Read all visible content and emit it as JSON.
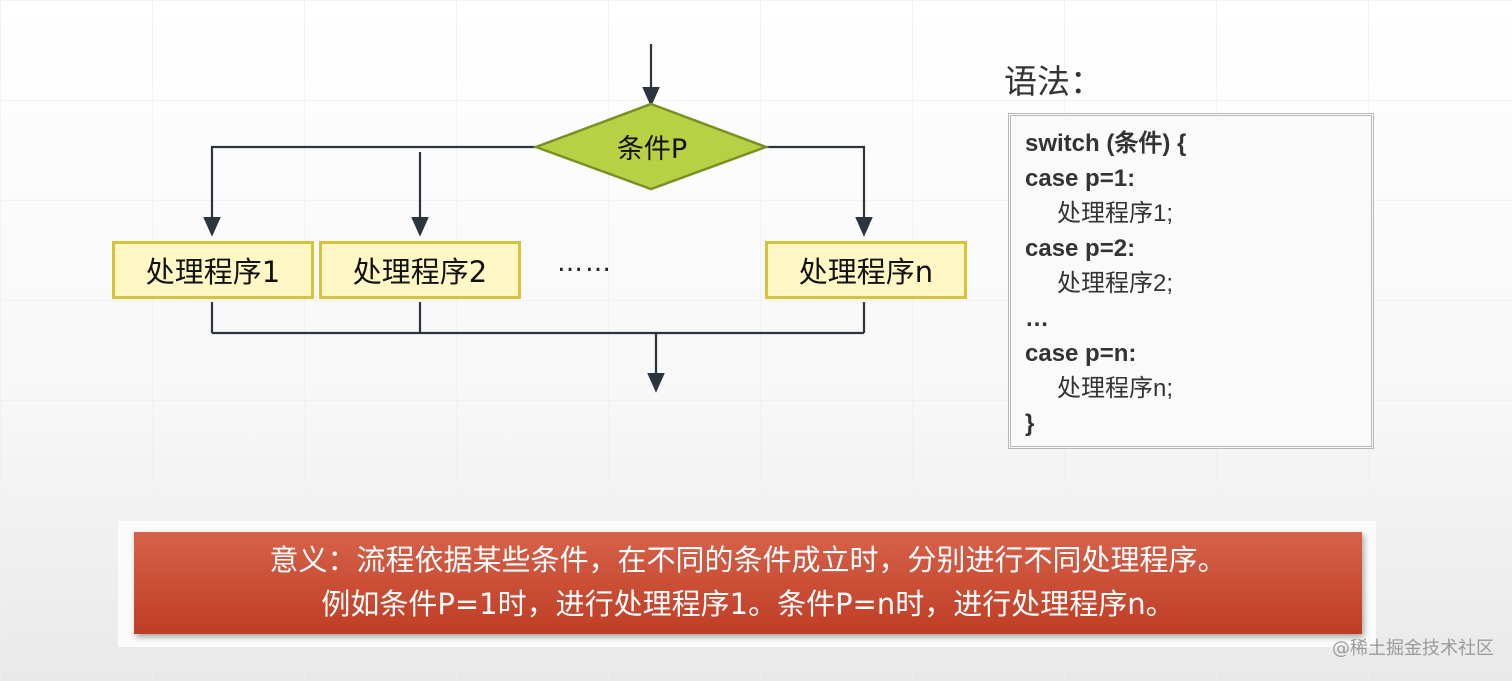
{
  "flowchart": {
    "condition": "条件P",
    "boxes": [
      "处理程序1",
      "处理程序2",
      "处理程序n"
    ],
    "ellipsis": "……"
  },
  "syntax": {
    "title": "语法：",
    "lines": [
      {
        "text": "switch (条件) {",
        "indent": false
      },
      {
        "text": "case p=1:",
        "indent": false
      },
      {
        "text": "处理程序1;",
        "indent": true
      },
      {
        "text": "case p=2:",
        "indent": false
      },
      {
        "text": "处理程序2;",
        "indent": true
      },
      {
        "text": "…",
        "indent": false
      },
      {
        "text": "case p=n:",
        "indent": false
      },
      {
        "text": "处理程序n;",
        "indent": true
      },
      {
        "text": "}",
        "indent": false
      }
    ]
  },
  "meaning": {
    "line1": "意义：流程依据某些条件，在不同的条件成立时，分别进行不同处理程序。",
    "line2": "例如条件P=1时，进行处理程序1。条件P=n时，进行处理程序n。"
  },
  "watermark": "@稀土掘金技术社区",
  "colors": {
    "diamond_fill": "#b8d043",
    "box_fill": "#fff8c4",
    "box_border": "#d8c23a",
    "meaning_bg": "#c84a30",
    "line": "#333f4f"
  }
}
